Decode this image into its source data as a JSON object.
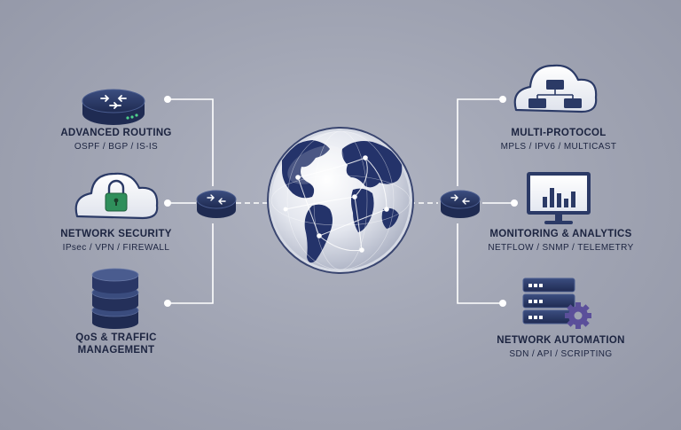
{
  "left": [
    {
      "title": "ADVANCED ROUTING",
      "subtitle": "OSPF / BGP / IS-IS",
      "icon": "router-icon"
    },
    {
      "title": "NETWORK SECURITY",
      "subtitle": "IPsec / VPN / FIREWALL",
      "icon": "cloud-lock-icon"
    },
    {
      "title": "QoS & TRAFFIC",
      "subtitle": "MANAGEMENT",
      "icon": "database-icon"
    }
  ],
  "right": [
    {
      "title": "MULTI-PROTOCOL",
      "subtitle": "MPLS / IPV6 / MULTICAST",
      "icon": "cloud-network-icon"
    },
    {
      "title": "MONITORING & ANALYTICS",
      "subtitle": "NETFLOW / SNMP / TELEMETRY",
      "icon": "monitor-chart-icon"
    },
    {
      "title": "NETWORK AUTOMATION",
      "subtitle": "SDN / API / SCRIPTING",
      "icon": "server-gear-icon"
    }
  ],
  "center": {
    "icon": "globe-icon"
  },
  "hubs": {
    "left_icon": "router-hub-icon",
    "right_icon": "router-hub-icon"
  },
  "colors": {
    "navy": "#2b3a66",
    "accent_green": "#2f8f5b",
    "gear_purple": "#5b4f9a",
    "line": "#ffffff"
  }
}
